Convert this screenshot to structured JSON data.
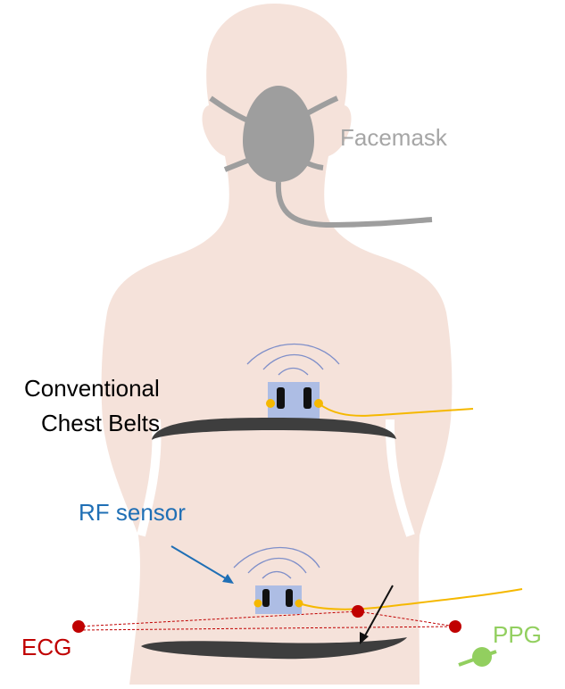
{
  "labels": {
    "facemask": "Facemask",
    "belts_line1": "Conventional",
    "belts_line2": "Chest Belts",
    "rf_sensor": "RF sensor",
    "ecg": "ECG",
    "ppg": "PPG"
  },
  "colors": {
    "skin": "#f5e2da",
    "mask": "#9e9e9e",
    "belt": "#3e3e3e",
    "sensor_box": "#adbde4",
    "wire": "#f5b800",
    "rf_label": "#1f6fb5",
    "ecg": "#c00000",
    "ppg": "#92cf5f",
    "facemask_label": "#a6a6a6",
    "wave": "#7f8fc9"
  },
  "icons": [
    "facemask-icon",
    "rf-sensor-icon",
    "chest-belt-icon",
    "ecg-electrode-icon",
    "ppg-sensor-icon",
    "wireless-wave-icon"
  ]
}
